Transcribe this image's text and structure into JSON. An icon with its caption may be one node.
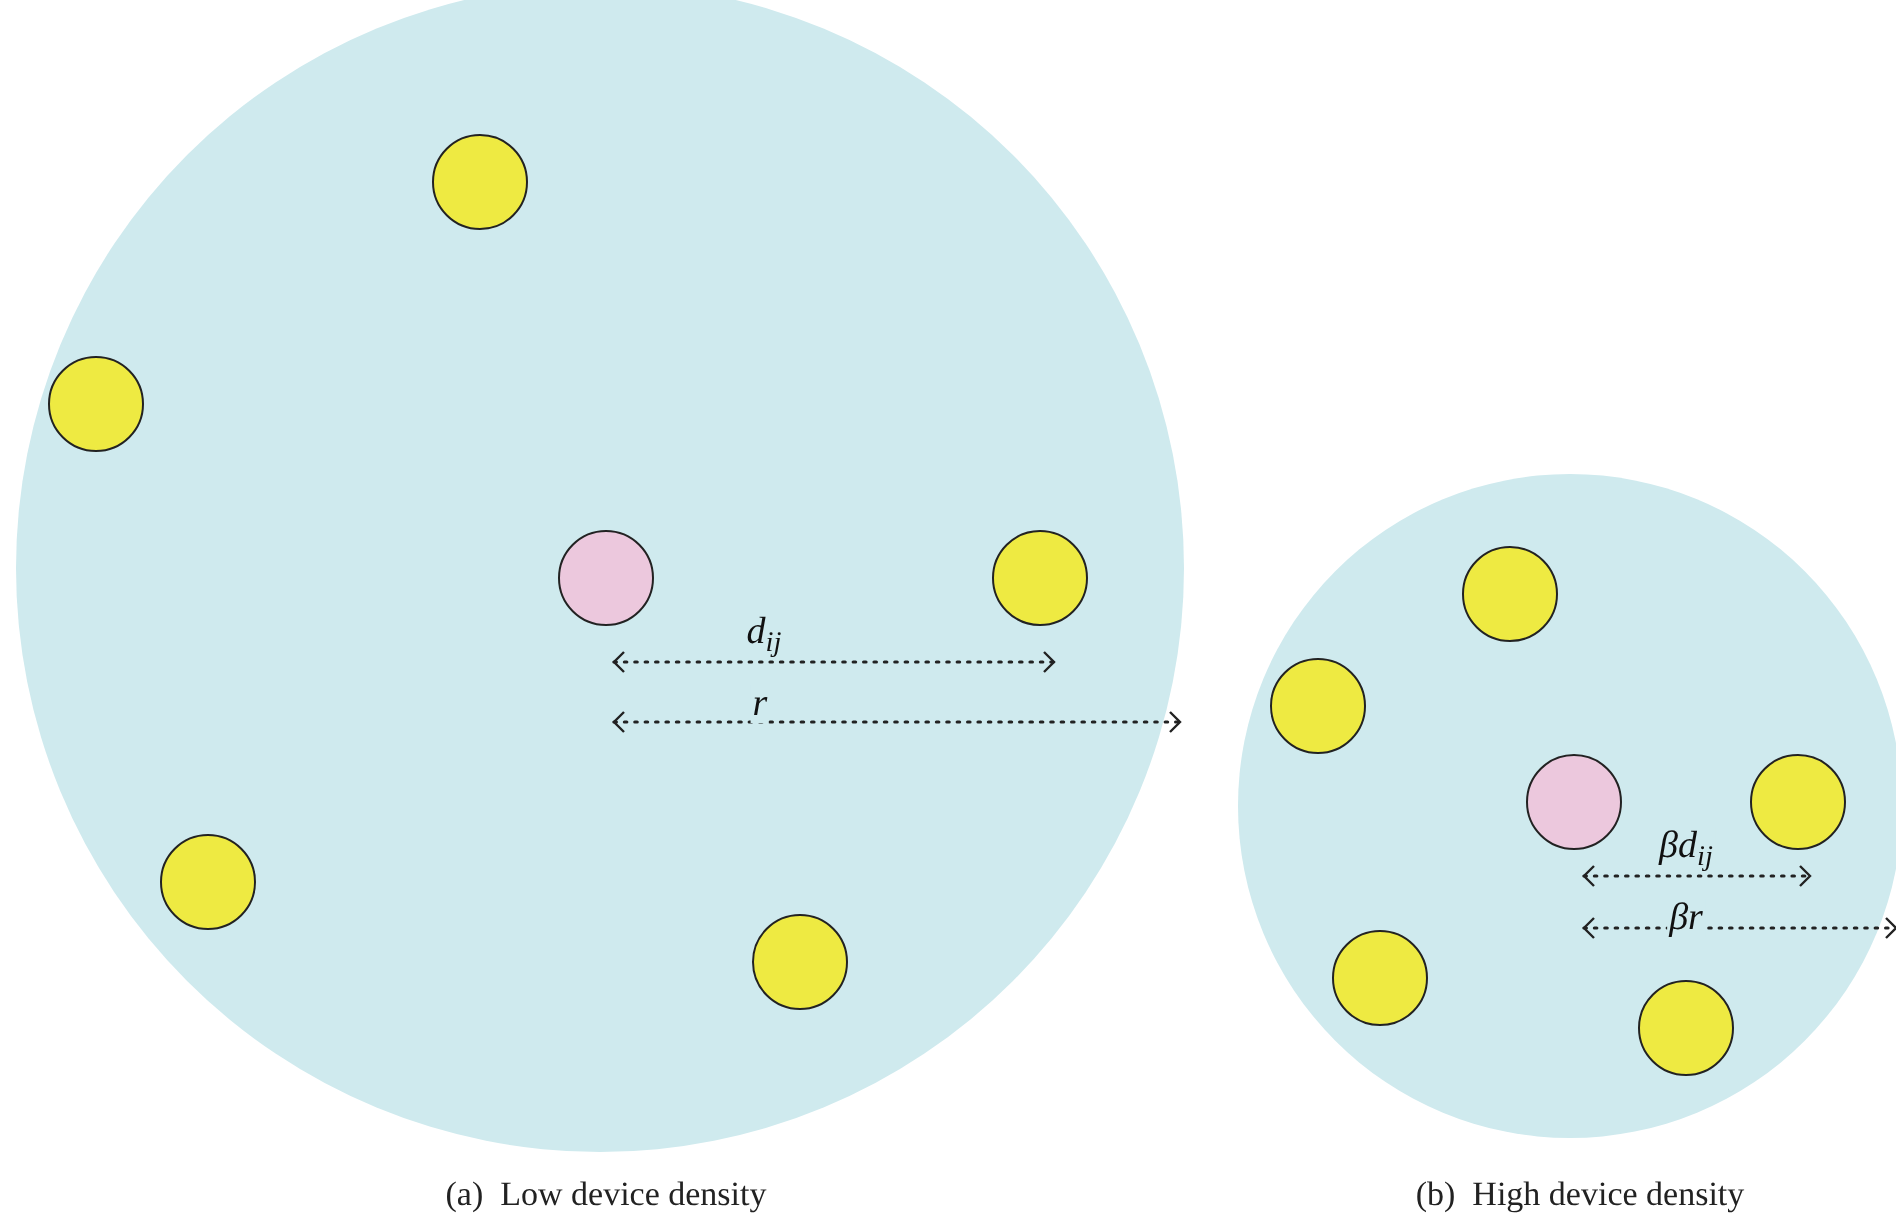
{
  "diagram": {
    "nodes": [
      {
        "text": [],
        "shape": "circle"
      },
      {
        "text": [],
        "shape": "circle",
        "in": 0
      },
      {
        "text": [],
        "shape": "circle",
        "in": 0
      },
      {
        "text": [],
        "shape": "circle",
        "in": 0
      },
      {
        "text": [],
        "shape": "circle",
        "in": 0
      },
      {
        "text": [],
        "shape": "circle",
        "in": 0
      },
      {
        "text": [],
        "shape": "circle",
        "in": 0
      },
      {
        "text": [],
        "shape": "circle"
      },
      {
        "text": [],
        "shape": "circle",
        "in": 7
      },
      {
        "text": [],
        "shape": "circle",
        "in": 7
      },
      {
        "text": [],
        "shape": "circle",
        "in": 7
      },
      {
        "text": [],
        "shape": "circle",
        "in": 7
      },
      {
        "text": [],
        "shape": "circle",
        "in": 7
      },
      {
        "text": [],
        "shape": "circle",
        "in": 7
      }
    ],
    "edges": [],
    "labels": [
      "d$_{ij}$",
      "r",
      "βd$_{ij}$",
      "βr",
      "(a)  Low device density",
      "(b)  High device density"
    ]
  }
}
